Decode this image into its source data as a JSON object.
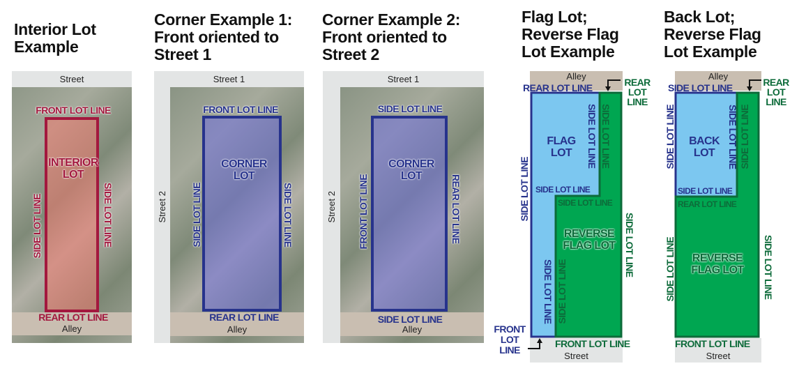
{
  "titles": {
    "interior": "Interior Lot Example",
    "corner1": "Corner Example 1: Front oriented to Street 1",
    "corner2": "Corner Example 2: Front oriented to Street 2",
    "flag": "Flag Lot; Reverse Flag Lot Example",
    "back": "Back Lot; Reverse Flag Lot Example"
  },
  "interior": {
    "street": "Street",
    "alley": "Alley",
    "front": "FRONT LOT LINE",
    "rear": "REAR LOT LINE",
    "side_left": "SIDE LOT LINE",
    "side_right": "SIDE LOT LINE",
    "lot": "INTERIOR LOT"
  },
  "corner1": {
    "street1": "Street 1",
    "street2": "Street 2",
    "alley": "Alley",
    "front": "FRONT LOT LINE",
    "rear": "REAR LOT LINE",
    "side_left": "SIDE LOT LINE",
    "side_right": "SIDE LOT LINE",
    "lot": "CORNER LOT"
  },
  "corner2": {
    "street1": "Street 1",
    "street2": "Street 2",
    "alley": "Alley",
    "top": "SIDE LOT LINE",
    "bottom": "SIDE LOT LINE",
    "left": "FRONT LOT LINE",
    "right": "REAR LOT LINE",
    "lot": "CORNER LOT"
  },
  "flag": {
    "alley": "Alley",
    "street": "Street",
    "rear_blue": "REAR LOT LINE",
    "rear_green": "REAR LOT LINE",
    "flag_lot": "FLAG LOT",
    "reverse_lot": "REVERSE FLAG LOT",
    "side_blue_left": "SIDE LOT LINE",
    "side_blue_inner": "SIDE LOT LINE",
    "side_green_inner": "SIDE LOT LINE",
    "side_blue_mid": "SIDE LOT LINE",
    "side_green_mid": "SIDE LOT LINE",
    "side_green_right": "SIDE LOT LINE",
    "side_blue_pole": "SIDE LOT LINE",
    "side_green_pole": "SIDE LOT LINE",
    "front_blue": "FRONT LOT LINE",
    "front_green": "FRONT LOT LINE"
  },
  "back": {
    "alley": "Alley",
    "street": "Street",
    "side_blue_top": "SIDE LOT LINE",
    "rear_green": "REAR LOT LINE",
    "back_lot": "BACK LOT",
    "reverse_lot": "REVERSE FLAG LOT",
    "side_blue_left": "SIDE LOT LINE",
    "side_blue_inner": "SIDE LOT LINE",
    "side_green_inner": "SIDE LOT LINE",
    "side_blue_bottom": "SIDE LOT LINE",
    "rear_green_mid": "REAR LOT LINE",
    "side_green_left": "SIDE LOT LINE",
    "side_green_right": "SIDE LOT LINE",
    "front_green": "FRONT LOT LINE"
  }
}
